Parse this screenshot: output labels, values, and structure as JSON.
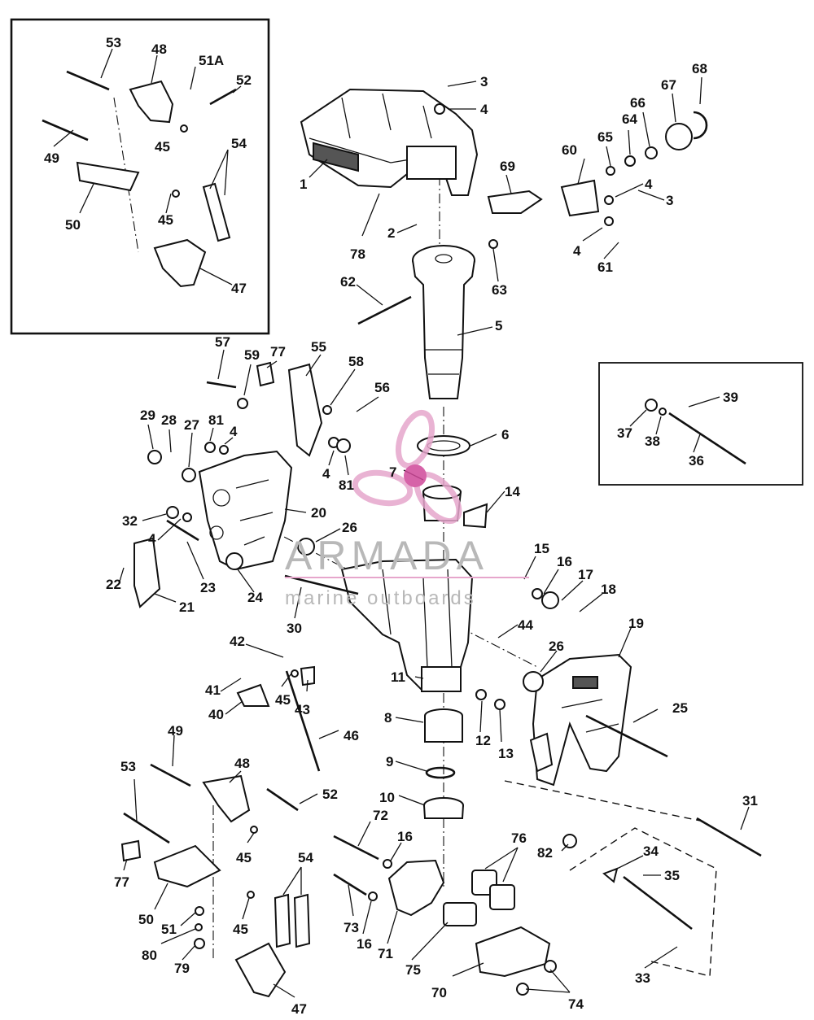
{
  "watermark": {
    "brand": "ARMADA",
    "tagline": "marine outboards",
    "logo_color": "#e6a6cc",
    "logo_center_color": "#d0489a"
  },
  "labels": {
    "p1": "1",
    "p2": "2",
    "p3a": "3",
    "p3b": "3",
    "p4a": "4",
    "p4b": "4",
    "p4c": "4",
    "p4d": "4",
    "p4e": "4",
    "p4f": "4",
    "p5": "5",
    "p6": "6",
    "p7": "7",
    "p8": "8",
    "p9": "9",
    "p10": "10",
    "p11": "11",
    "p12": "12",
    "p13": "13",
    "p14": "14",
    "p15": "15",
    "p16a": "16",
    "p16b": "16",
    "p16c": "16",
    "p17": "17",
    "p18": "18",
    "p19": "19",
    "p20": "20",
    "p21": "21",
    "p22": "22",
    "p23": "23",
    "p24": "24",
    "p25": "25",
    "p26a": "26",
    "p26b": "26",
    "p27": "27",
    "p28": "28",
    "p29": "29",
    "p30": "30",
    "p31": "31",
    "p32": "32",
    "p33": "33",
    "p34": "34",
    "p35": "35",
    "p36": "36",
    "p37": "37",
    "p38": "38",
    "p39": "39",
    "p40": "40",
    "p41": "41",
    "p42": "42",
    "p43": "43",
    "p44": "44",
    "p45a": "45",
    "p45b": "45",
    "p45c": "45",
    "p45d": "45",
    "p45e": "45",
    "p46": "46",
    "p47a": "47",
    "p47b": "47",
    "p48a": "48",
    "p48b": "48",
    "p49a": "49",
    "p49b": "49",
    "p50a": "50",
    "p50b": "50",
    "p51": "51",
    "p51a": "51A",
    "p52a": "52",
    "p52b": "52",
    "p53a": "53",
    "p53b": "53",
    "p54a": "54",
    "p54b": "54",
    "p55": "55",
    "p56": "56",
    "p57": "57",
    "p58": "58",
    "p59": "59",
    "p60": "60",
    "p61": "61",
    "p62": "62",
    "p63": "63",
    "p64": "64",
    "p65": "65",
    "p66": "66",
    "p67": "67",
    "p68": "68",
    "p69": "69",
    "p70": "70",
    "p71": "71",
    "p72": "72",
    "p73": "73",
    "p74": "74",
    "p75": "75",
    "p76": "76",
    "p77a": "77",
    "p77b": "77",
    "p78": "78",
    "p79": "79",
    "p80": "80",
    "p81a": "81",
    "p81b": "81",
    "p82": "82"
  }
}
